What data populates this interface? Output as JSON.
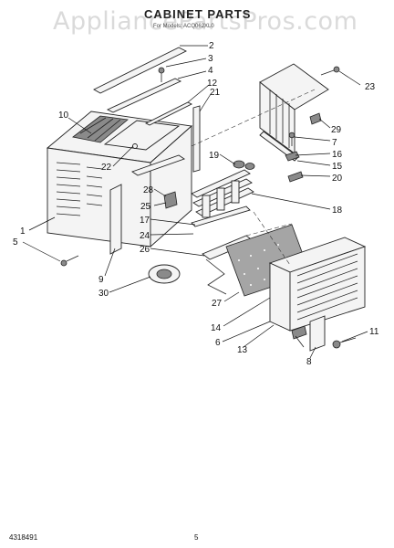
{
  "diagram": {
    "title": "CABINET PARTS",
    "subtitle": "For Models: ACQ062XL0",
    "watermark": "AppliancePartsPros.com",
    "footer_left": "4318491",
    "footer_center": "5",
    "callouts": [
      "1",
      "2",
      "3",
      "4",
      "5",
      "6",
      "7",
      "8",
      "9",
      "10",
      "11",
      "12",
      "13",
      "14",
      "15",
      "16",
      "17",
      "18",
      "19",
      "20",
      "21",
      "22",
      "23",
      "24",
      "25",
      "26",
      "27",
      "28",
      "29",
      "30"
    ]
  }
}
